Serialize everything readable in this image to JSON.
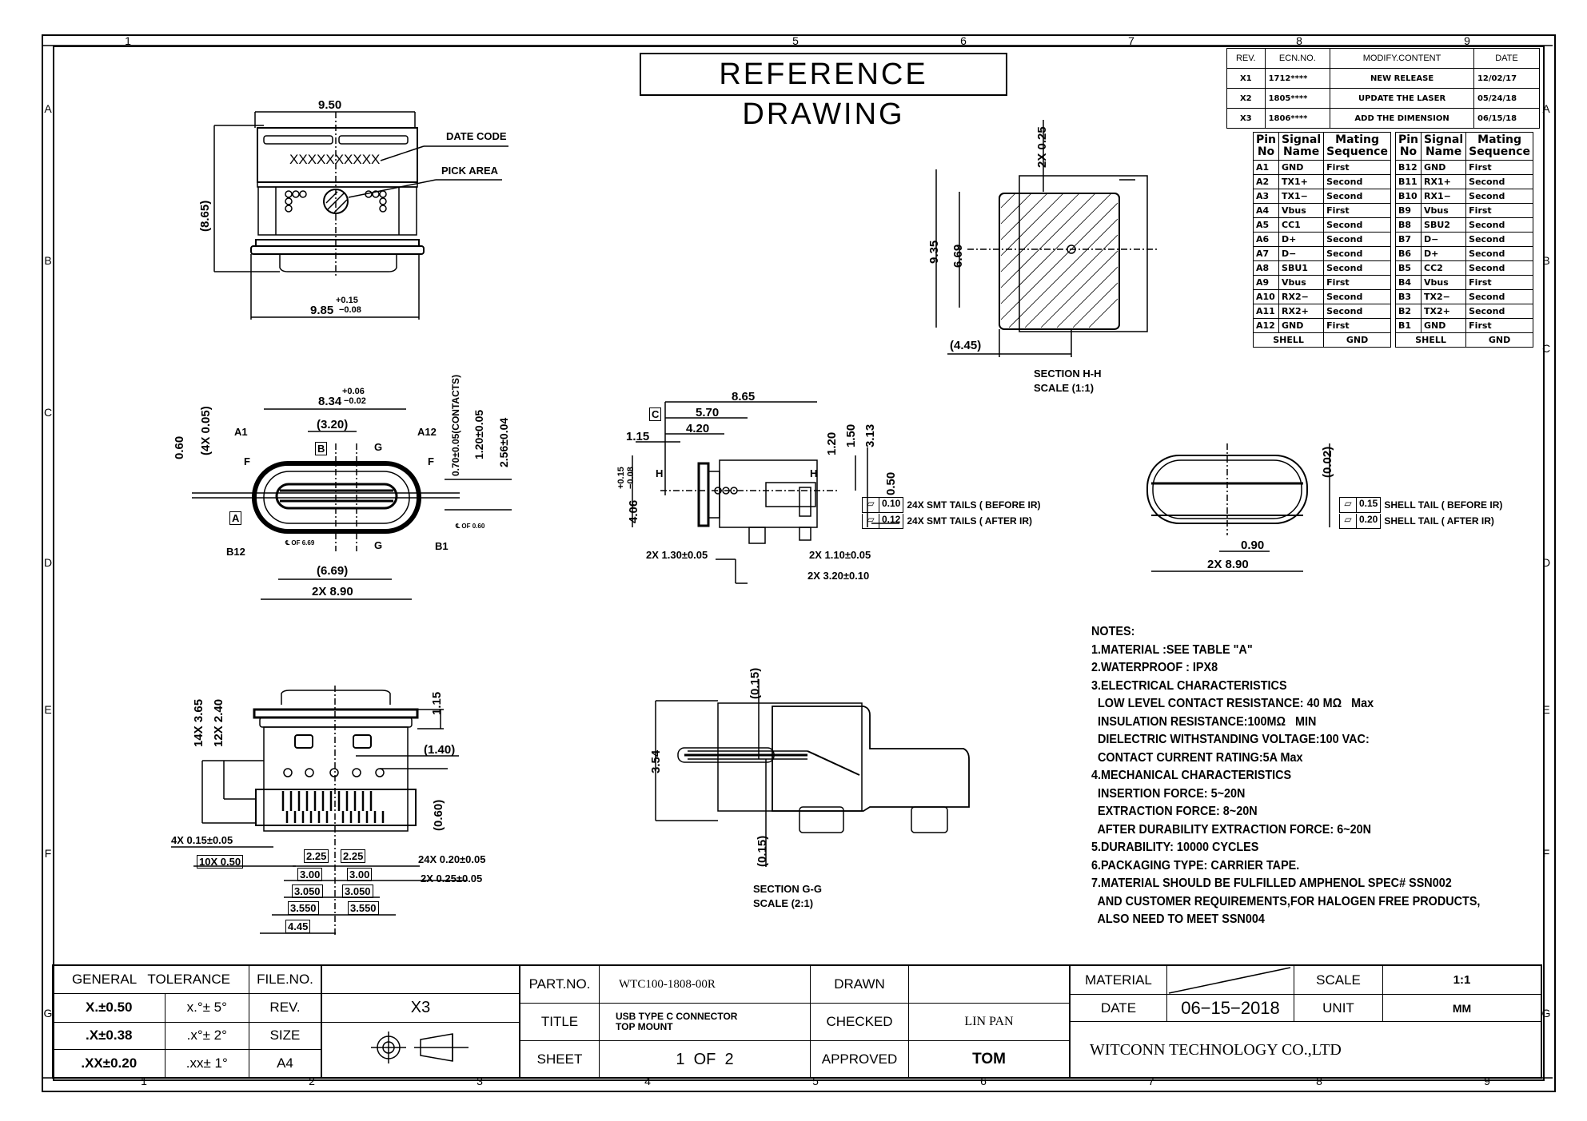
{
  "title": "REFERENCE DRAWING",
  "zones": {
    "top": [
      "1",
      "5",
      "6",
      "7",
      "8",
      "9"
    ],
    "bottom": [
      "1",
      "2",
      "3",
      "4",
      "5",
      "6",
      "7",
      "8",
      "9"
    ],
    "left": [
      "A",
      "B",
      "C",
      "D",
      "E",
      "F",
      "G"
    ],
    "right": [
      "A",
      "B",
      "C",
      "D",
      "E",
      "F",
      "G"
    ]
  },
  "revision_table": {
    "headers": [
      "REV.",
      "ECN.NO.",
      "MODIFY.CONTENT",
      "DATE"
    ],
    "rows": [
      {
        "rev": "X1",
        "ecn": "1712****",
        "content": "NEW RELEASE",
        "date": "12/02/17"
      },
      {
        "rev": "X2",
        "ecn": "1805****",
        "content": "UPDATE THE LASER",
        "date": "05/24/18"
      },
      {
        "rev": "X3",
        "ecn": "1806****",
        "content": "ADD THE DIMENSION",
        "date": "06/15/18"
      }
    ]
  },
  "pin_table": {
    "headers": [
      "Pin No",
      "Signal Name",
      "Mating Sequence"
    ],
    "left": [
      [
        "A1",
        "GND",
        "First"
      ],
      [
        "A2",
        "TX1+",
        "Second"
      ],
      [
        "A3",
        "TX1−",
        "Second"
      ],
      [
        "A4",
        "Vbus",
        "First"
      ],
      [
        "A5",
        "CC1",
        "Second"
      ],
      [
        "A6",
        "D+",
        "Second"
      ],
      [
        "A7",
        "D−",
        "Second"
      ],
      [
        "A8",
        "SBU1",
        "Second"
      ],
      [
        "A9",
        "Vbus",
        "First"
      ],
      [
        "A10",
        "RX2−",
        "Second"
      ],
      [
        "A11",
        "RX2+",
        "Second"
      ],
      [
        "A12",
        "GND",
        "First"
      ]
    ],
    "right": [
      [
        "B12",
        "GND",
        "First"
      ],
      [
        "B11",
        "RX1+",
        "Second"
      ],
      [
        "B10",
        "RX1−",
        "Second"
      ],
      [
        "B9",
        "Vbus",
        "First"
      ],
      [
        "B8",
        "SBU2",
        "Second"
      ],
      [
        "B7",
        "D−",
        "Second"
      ],
      [
        "B6",
        "D+",
        "Second"
      ],
      [
        "B5",
        "CC2",
        "Second"
      ],
      [
        "B4",
        "Vbus",
        "First"
      ],
      [
        "B3",
        "TX2−",
        "Second"
      ],
      [
        "B2",
        "TX2+",
        "Second"
      ],
      [
        "B1",
        "GND",
        "First"
      ]
    ],
    "shell": [
      "SHELL",
      "GND"
    ]
  },
  "views": {
    "top_view": {
      "width": "9.50",
      "height": "(8.65)",
      "bottom_width": "9.85",
      "tol_plus": "+0.15",
      "tol_minus": "−0.08",
      "date_code_label": "DATE CODE",
      "date_code_text": "XXXXXXXXXX",
      "pick_area_label": "PICK AREA"
    },
    "front_view": {
      "width": "8.34",
      "tol_plus": "+0.06",
      "tol_minus": "−0.02",
      "center": "(3.20)",
      "pin_a1": "A1",
      "pin_a12": "A12",
      "pin_b12": "B12",
      "pin_b1": "B1",
      "datum_a": "A",
      "datum_b": "B",
      "section_g": "G",
      "section_f": "F",
      "dim_060": "0.60",
      "dim_4x005": "(4X 0.05)",
      "dim_070": "0.70±0.05(CONTACTS)",
      "dim_120": "1.20±0.05",
      "dim_256": "2.56±0.04",
      "cl_669": "℄ OF 6.69",
      "cl_060": "℄ OF 0.60",
      "inner_width": "(6.69)",
      "outer_width": "2X 8.90"
    },
    "side_view": {
      "datum_c": "C",
      "d865": "8.65",
      "d570": "5.70",
      "d420": "4.20",
      "d115": "1.15",
      "height": "4.06",
      "tol_plus": "+0.15",
      "tol_minus": "−0.08",
      "d120": "1.20",
      "d150": "1.50",
      "d313": "3.13",
      "d050": "0.50",
      "section_h": "H",
      "d130": "2X 1.30±0.05",
      "d110": "2X 1.10±0.05",
      "d320": "2X 3.20±0.10",
      "fcf": [
        {
          "value": "0.10",
          "text": "24X SMT TAILS ( BEFORE IR)"
        },
        {
          "value": "0.12",
          "text": "24X SMT TAILS ( AFTER IR)"
        }
      ]
    },
    "section_hh": {
      "label": "SECTION H-H",
      "scale": "SCALE (1:1)",
      "d025": "2X 0.25",
      "d935": "9.35",
      "d669": "6.69",
      "d445": "(4.45)"
    },
    "rear_view": {
      "d002": "(0.02)",
      "d090": "0.90",
      "d890": "2X 8.90",
      "fcf": [
        {
          "value": "0.15",
          "text": "SHELL TAIL ( BEFORE IR)"
        },
        {
          "value": "0.20",
          "text": "SHELL TAIL ( AFTER IR)"
        }
      ]
    },
    "bottom_view": {
      "d365": "14X 3.65",
      "d240": "12X 2.40",
      "d115": "1.15",
      "d140": "(1.40)",
      "d060": "(0.60)",
      "d015": "4X 0.15±0.05",
      "d10x": "10X 0.50",
      "d225a": "2.25",
      "d225b": "2.25",
      "d300a": "3.00",
      "d300b": "3.00",
      "d3050a": "3.050",
      "d3050b": "3.050",
      "d3550a": "3.550",
      "d3550b": "3.550",
      "d445": "4.45",
      "d020": "24X 0.20±0.05",
      "d025": "2X 0.25±0.05"
    },
    "section_gg": {
      "label": "SECTION G-G",
      "scale": "SCALE (2:1)",
      "d354": "3.54",
      "d015a": "(0.15)",
      "d015b": "(0.15)"
    }
  },
  "notes": [
    "NOTES:",
    "1.MATERIAL :SEE TABLE \"A\"",
    "2.WATERPROOF : IPX8",
    "3.ELECTRICAL CHARACTERISTICS",
    "  LOW LEVEL CONTACT RESISTANCE: 40 MΩ   Max",
    "  INSULATION RESISTANCE:100MΩ   MIN",
    "  DIELECTRIC WITHSTANDING VOLTAGE:100 VAC:",
    "  CONTACT CURRENT RATING:5A Max",
    "4.MECHANICAL CHARACTERISTICS",
    "  INSERTION FORCE: 5~20N",
    "  EXTRACTION FORCE: 8~20N",
    "  AFTER DURABILITY EXTRACTION FORCE: 6~20N",
    "5.DURABILITY: 10000 CYCLES",
    "6.PACKAGING TYPE: CARRIER TAPE.",
    "7.MATERIAL SHOULD BE FULFILLED AMPHENOL SPEC# SSN002",
    "  AND CUSTOMER REQUIREMENTS,FOR HALOGEN FREE PRODUCTS,",
    "  ALSO NEED TO MEET SSN004"
  ],
  "title_block": {
    "general_tolerance": "GENERAL   TOLERANCE",
    "tol_rows": [
      [
        "X.±0.50",
        "x.°± 5°"
      ],
      [
        ".X±0.38",
        ".x°± 2°"
      ],
      [
        ".XX±0.20",
        ".xx± 1°"
      ]
    ],
    "file_no_label": "FILE.NO.",
    "rev_label": "REV.",
    "rev_value": "X3",
    "size_label": "SIZE",
    "size_value": "A4",
    "part_no_label": "PART.NO.",
    "part_no": "WTC100-1808-00R",
    "title_label": "TITLE",
    "title_line1": "USB TYPE C CONNECTOR",
    "title_line2": "TOP MOUNT",
    "sheet_label": "SHEET",
    "sheet_value": "1  OF  2",
    "drawn_label": "DRAWN",
    "drawn_value": "",
    "checked_label": "CHECKED",
    "checked_value": "LIN PAN",
    "approved_label": "APPROVED",
    "approved_value": "TOM",
    "material_label": "MATERIAL",
    "scale_label": "SCALE",
    "scale_value": "1:1",
    "date_label": "DATE",
    "date_value": "06−15−2018",
    "unit_label": "UNIT",
    "unit_value": "MM",
    "company": "WITCONN TECHNOLOGY CO.,LTD"
  }
}
